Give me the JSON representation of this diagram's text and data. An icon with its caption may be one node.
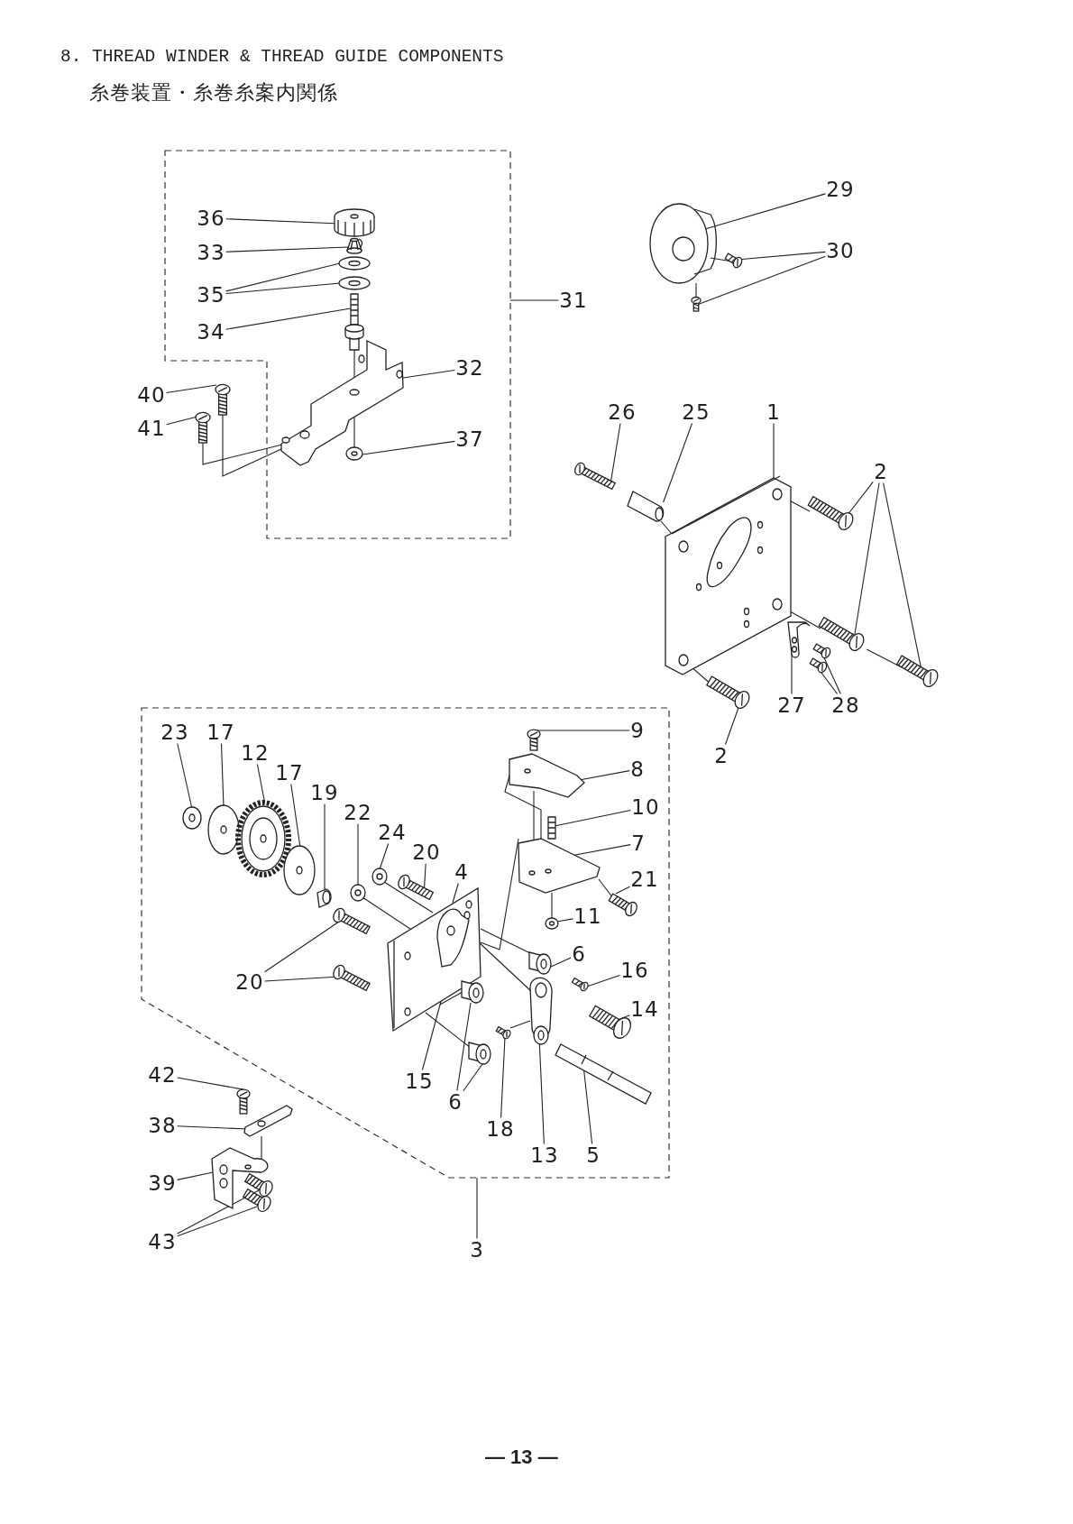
{
  "diagram": {
    "title": "8. THREAD WINDER & THREAD GUIDE COMPONENTS",
    "nodes": [
      {
        "text": [],
        "shape": "box"
      },
      {
        "text": [
          "36"
        ],
        "in": 0
      },
      {
        "text": [
          "33"
        ],
        "in": 0
      },
      {
        "text": [
          "35"
        ],
        "in": 0
      },
      {
        "text": [
          "34"
        ],
        "in": 0
      },
      {
        "text": [
          "32"
        ],
        "in": 0
      },
      {
        "text": [
          "37"
        ],
        "in": 0
      },
      {
        "text": [
          "40"
        ]
      },
      {
        "text": [
          "41"
        ]
      },
      {
        "text": [
          "31"
        ]
      },
      {
        "text": [
          "29"
        ]
      },
      {
        "text": [
          "30"
        ]
      },
      {
        "text": [
          "26"
        ]
      },
      {
        "text": [
          "25"
        ]
      },
      {
        "text": [
          "1"
        ]
      },
      {
        "text": [
          "2"
        ]
      },
      {
        "text": [
          "27"
        ]
      },
      {
        "text": [
          "28"
        ]
      },
      {
        "text": [
          "2"
        ]
      },
      {
        "text": [],
        "shape": "box"
      },
      {
        "text": [
          "23"
        ],
        "in": 19
      },
      {
        "text": [
          "17"
        ],
        "in": 19
      },
      {
        "text": [
          "12"
        ],
        "in": 19
      },
      {
        "text": [
          "17"
        ],
        "in": 19
      },
      {
        "text": [
          "19"
        ],
        "in": 19
      },
      {
        "text": [
          "22"
        ],
        "in": 19
      },
      {
        "text": [
          "24"
        ],
        "in": 19
      },
      {
        "text": [
          "20"
        ],
        "in": 19
      },
      {
        "text": [
          "4"
        ],
        "in": 19
      },
      {
        "text": [
          "9"
        ],
        "in": 19
      },
      {
        "text": [
          "8"
        ],
        "in": 19
      },
      {
        "text": [
          "10"
        ],
        "in": 19
      },
      {
        "text": [
          "7"
        ],
        "in": 19
      },
      {
        "text": [
          "21"
        ],
        "in": 19
      },
      {
        "text": [
          "11"
        ],
        "in": 19
      },
      {
        "text": [
          "6"
        ],
        "in": 19
      },
      {
        "text": [
          "20"
        ],
        "in": 19
      },
      {
        "text": [
          "16"
        ],
        "in": 19
      },
      {
        "text": [
          "14"
        ],
        "in": 19
      },
      {
        "text": [
          "15"
        ],
        "in": 19
      },
      {
        "text": [
          "6"
        ],
        "in": 19
      },
      {
        "text": [
          "18"
        ],
        "in": 19
      },
      {
        "text": [
          "13"
        ],
        "in": 19
      },
      {
        "text": [
          "5"
        ],
        "in": 19
      },
      {
        "text": [
          "42"
        ]
      },
      {
        "text": [
          "38"
        ]
      },
      {
        "text": [
          "39"
        ]
      },
      {
        "text": [
          "43"
        ]
      },
      {
        "text": [
          "3"
        ]
      },
      {
        "text": [],
        "shape": "picture",
        "in": 0
      },
      {
        "text": [],
        "shape": "picture",
        "in": 0
      },
      {
        "text": [],
        "shape": "picture",
        "in": 0
      },
      {
        "text": [],
        "shape": "picture",
        "in": 0
      },
      {
        "text": [],
        "shape": "picture",
        "in": 0
      },
      {
        "text": [],
        "shape": "picture",
        "in": 0
      },
      {
        "text": [],
        "shape": "picture",
        "in": 0
      },
      {
        "text": [],
        "shape": "picture"
      },
      {
        "text": [],
        "shape": "picture"
      },
      {
        "text": [],
        "shape": "picture"
      },
      {
        "text": [],
        "shape": "picture"
      },
      {
        "text": [],
        "shape": "picture"
      },
      {
        "text": [],
        "shape": "picture"
      },
      {
        "text": [],
        "shape": "picture"
      },
      {
        "text": [],
        "shape": "picture"
      },
      {
        "text": [],
        "shape": "picture"
      },
      {
        "text": [],
        "shape": "picture"
      },
      {
        "text": [],
        "shape": "picture"
      },
      {
        "text": [],
        "shape": "picture"
      },
      {
        "text": [],
        "shape": "picture"
      },
      {
        "text": [],
        "shape": "picture"
      },
      {
        "text": [],
        "shape": "picture"
      },
      {
        "text": [],
        "shape": "picture",
        "in": 19
      },
      {
        "text": [],
        "shape": "picture",
        "in": 19
      },
      {
        "text": [],
        "shape": "picture",
        "in": 19
      },
      {
        "text": [],
        "shape": "picture",
        "in": 19
      },
      {
        "text": [],
        "shape": "picture",
        "in": 19
      },
      {
        "text": [],
        "shape": "picture",
        "in": 19
      },
      {
        "text": [],
        "shape": "picture",
        "in": 19
      },
      {
        "text": [],
        "shape": "picture",
        "in": 19
      },
      {
        "text": [],
        "shape": "picture",
        "in": 19
      },
      {
        "text": [],
        "shape": "picture",
        "in": 19
      },
      {
        "text": [],
        "shape": "picture",
        "in": 19
      },
      {
        "text": [],
        "shape": "picture",
        "in": 19
      },
      {
        "text": [],
        "shape": "picture",
        "in": 19
      },
      {
        "text": [],
        "shape": "picture",
        "in": 19
      },
      {
        "text": [],
        "shape": "picture",
        "in": 19
      },
      {
        "text": [],
        "shape": "picture",
        "in": 19
      },
      {
        "text": [],
        "shape": "picture",
        "in": 19
      },
      {
        "text": [],
        "shape": "picture",
        "in": 19
      },
      {
        "text": [],
        "shape": "picture",
        "in": 19
      },
      {
        "text": [],
        "shape": "picture",
        "in": 19
      },
      {
        "text": [],
        "shape": "picture",
        "in": 79
      },
      {
        "text": [],
        "shape": "picture",
        "in": 19
      },
      {
        "text": [],
        "shape": "picture",
        "in": 19
      },
      {
        "text": [],
        "shape": "picture",
        "in": 19
      },
      {
        "text": [],
        "shape": "picture",
        "in": 19
      },
      {
        "text": [],
        "shape": "picture",
        "in": 19
      },
      {
        "text": [],
        "shape": "picture"
      },
      {
        "text": [],
        "shape": "picture"
      },
      {
        "text": [],
        "shape": "picture"
      },
      {
        "text": [],
        "shape": "picture"
      },
      {
        "text": [],
        "shape": "picture"
      }
    ],
    "edges": [
      {
        "from": 1,
        "to": 49,
        "arrow": "none"
      },
      {
        "from": 2,
        "to": 50,
        "arrow": "none"
      },
      {
        "from": 3,
        "to": 51,
        "arrow": "none"
      },
      {
        "from": 3,
        "to": 52,
        "arrow": "none"
      },
      {
        "from": 4,
        "to": 53,
        "arrow": "none"
      },
      {
        "from": 5,
        "to": 54,
        "arrow": "none"
      },
      {
        "from": 6,
        "to": 55,
        "arrow": "none"
      },
      {
        "from": 7,
        "to": 56,
        "arrow": "none"
      },
      {
        "from": 8,
        "to": 57,
        "arrow": "none"
      },
      {
        "from": 9,
        "to": 0,
        "arrow": "none"
      },
      {
        "from": 10,
        "to": 58,
        "arrow": "none"
      },
      {
        "from": 11,
        "to": 59,
        "arrow": "none"
      },
      {
        "from": 11,
        "to": 60,
        "arrow": "none"
      },
      {
        "from": 12,
        "to": 61,
        "arrow": "none"
      },
      {
        "from": 13,
        "to": 62,
        "arrow": "none"
      },
      {
        "from": 14,
        "to": 63,
        "arrow": "none"
      },
      {
        "from": 15,
        "to": 64,
        "arrow": "none"
      },
      {
        "from": 15,
        "to": 65,
        "arrow": "none"
      },
      {
        "from": 15,
        "to": 66,
        "arrow": "none"
      },
      {
        "from": 16,
        "to": 67,
        "arrow": "none"
      },
      {
        "from": 17,
        "to": 68,
        "arrow": "none"
      },
      {
        "from": 17,
        "to": 69,
        "arrow": "none"
      },
      {
        "from": 18,
        "to": 70,
        "arrow": "none"
      },
      {
        "from": 20,
        "to": 71,
        "arrow": "none"
      },
      {
        "from": 21,
        "to": 72,
        "arrow": "none"
      },
      {
        "from": 22,
        "to": 73,
        "arrow": "none"
      },
      {
        "from": 23,
        "to": 74,
        "arrow": "none"
      },
      {
        "from": 24,
        "to": 75,
        "arrow": "none"
      },
      {
        "from": 25,
        "to": 76,
        "arrow": "none"
      },
      {
        "from": 26,
        "to": 77,
        "arrow": "none"
      },
      {
        "from": 27,
        "to": 78,
        "arrow": "none"
      },
      {
        "from": 28,
        "to": 79,
        "arrow": "none"
      },
      {
        "from": 29,
        "to": 80,
        "arrow": "none"
      },
      {
        "from": 30,
        "to": 81,
        "arrow": "none"
      },
      {
        "from": 31,
        "to": 82,
        "arrow": "none"
      },
      {
        "from": 32,
        "to": 83,
        "arrow": "none"
      },
      {
        "from": 33,
        "to": 84,
        "arrow": "none"
      },
      {
        "from": 34,
        "to": 85,
        "arrow": "none"
      },
      {
        "from": 35,
        "to": 86,
        "arrow": "none"
      },
      {
        "from": 36,
        "to": 87,
        "arrow": "none"
      },
      {
        "from": 36,
        "to": 88,
        "arrow": "none"
      },
      {
        "from": 37,
        "to": 89,
        "arrow": "none"
      },
      {
        "from": 38,
        "to": 90,
        "arrow": "none"
      },
      {
        "from": 39,
        "to": 91,
        "arrow": "none"
      },
      {
        "from": 40,
        "to": 92,
        "arrow": "none"
      },
      {
        "from": 40,
        "to": 93,
        "arrow": "none"
      },
      {
        "from": 41,
        "to": 94,
        "arrow": "none"
      },
      {
        "from": 42,
        "to": 95,
        "arrow": "none"
      },
      {
        "from": 43,
        "to": 96,
        "arrow": "none"
      },
      {
        "from": 44,
        "to": 97,
        "arrow": "none"
      },
      {
        "from": 45,
        "to": 98,
        "arrow": "none"
      },
      {
        "from": 46,
        "to": 99,
        "arrow": "none"
      },
      {
        "from": 47,
        "to": 100,
        "arrow": "none"
      },
      {
        "from": 47,
        "to": 101,
        "arrow": "none"
      },
      {
        "from": 48,
        "to": 19,
        "arrow": "none"
      },
      {
        "from": 53,
        "to": 54,
        "arrow": "none"
      },
      {
        "from": 54,
        "to": 55,
        "arrow": "none"
      },
      {
        "from": 62,
        "to": 63,
        "arrow": "none"
      },
      {
        "from": 76,
        "to": 79,
        "arrow": "none"
      },
      {
        "from": 77,
        "to": 79,
        "arrow": "none"
      },
      {
        "from": 79,
        "to": 86,
        "arrow": "none"
      },
      {
        "from": 91,
        "to": 95,
        "arrow": "none"
      },
      {
        "from": 79,
        "to": 93,
        "arrow": "none"
      },
      {
        "from": 79,
        "to": 92,
        "arrow": "none"
      },
      {
        "from": 56,
        "to": 54,
        "arrow": "none"
      },
      {
        "from": 57,
        "to": 54,
        "arrow": "none"
      },
      {
        "from": 58,
        "to": 59,
        "arrow": "none"
      },
      {
        "from": 58,
        "to": 60,
        "arrow": "none"
      },
      {
        "from": 63,
        "to": 64,
        "arrow": "none"
      },
      {
        "from": 63,
        "to": 65,
        "arrow": "none"
      },
      {
        "from": 65,
        "to": 66,
        "arrow": "none"
      },
      {
        "from": 63,
        "to": 70,
        "arrow": "none"
      },
      {
        "from": 81,
        "to": 83,
        "arrow": "none"
      },
      {
        "from": 83,
        "to": 79,
        "arrow": "none"
      },
      {
        "from": 81,
        "to": 83,
        "arrow": "none"
      },
      {
        "from": 83,
        "to": 85,
        "arrow": "none"
      },
      {
        "from": 83,
        "to": 84,
        "arrow": "none"
      },
      {
        "from": 94,
        "to": 95,
        "arrow": "none"
      },
      {
        "from": 98,
        "to": 99,
        "arrow": "none"
      }
    ],
    "labels": [
      "糸巻装置・糸巻糸案内関係",
      "— 13 —"
    ]
  }
}
